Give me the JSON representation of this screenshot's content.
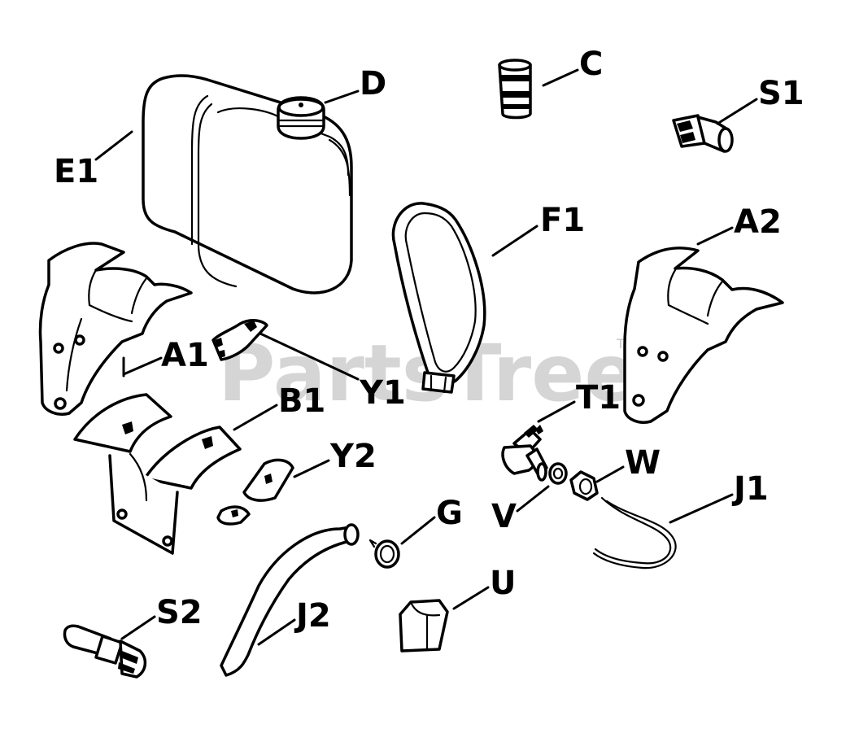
{
  "watermark": {
    "text": "PartsTree",
    "tm": "TM"
  },
  "labels": {
    "E1": "E1",
    "D": "D",
    "C": "C",
    "S1": "S1",
    "F1": "F1",
    "A2": "A2",
    "A1": "A1",
    "Y1": "Y1",
    "B1": "B1",
    "Y2": "Y2",
    "T1": "T1",
    "W": "W",
    "J1": "J1",
    "V": "V",
    "G": "G",
    "U": "U",
    "S2": "S2",
    "J2": "J2"
  }
}
